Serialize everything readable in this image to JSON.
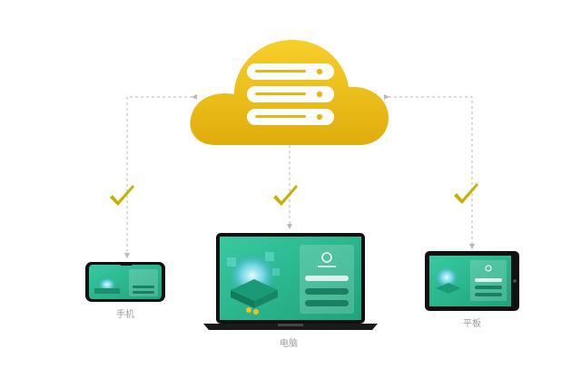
{
  "colors": {
    "cloud": "#f2c21b",
    "cloud_dark": "#d9a70c",
    "connector": "#b9b9b9",
    "check": "#c9b000",
    "screen_bg": "#2bbf93",
    "device_frame": "#111111",
    "label": "#9e9e9e"
  },
  "icons": {
    "cloud": "cloud-server-icon",
    "check": "checkmark-icon"
  },
  "devices": {
    "phone": {
      "label": "手机"
    },
    "laptop": {
      "label": "电脑"
    },
    "tablet": {
      "label": "平板"
    }
  }
}
